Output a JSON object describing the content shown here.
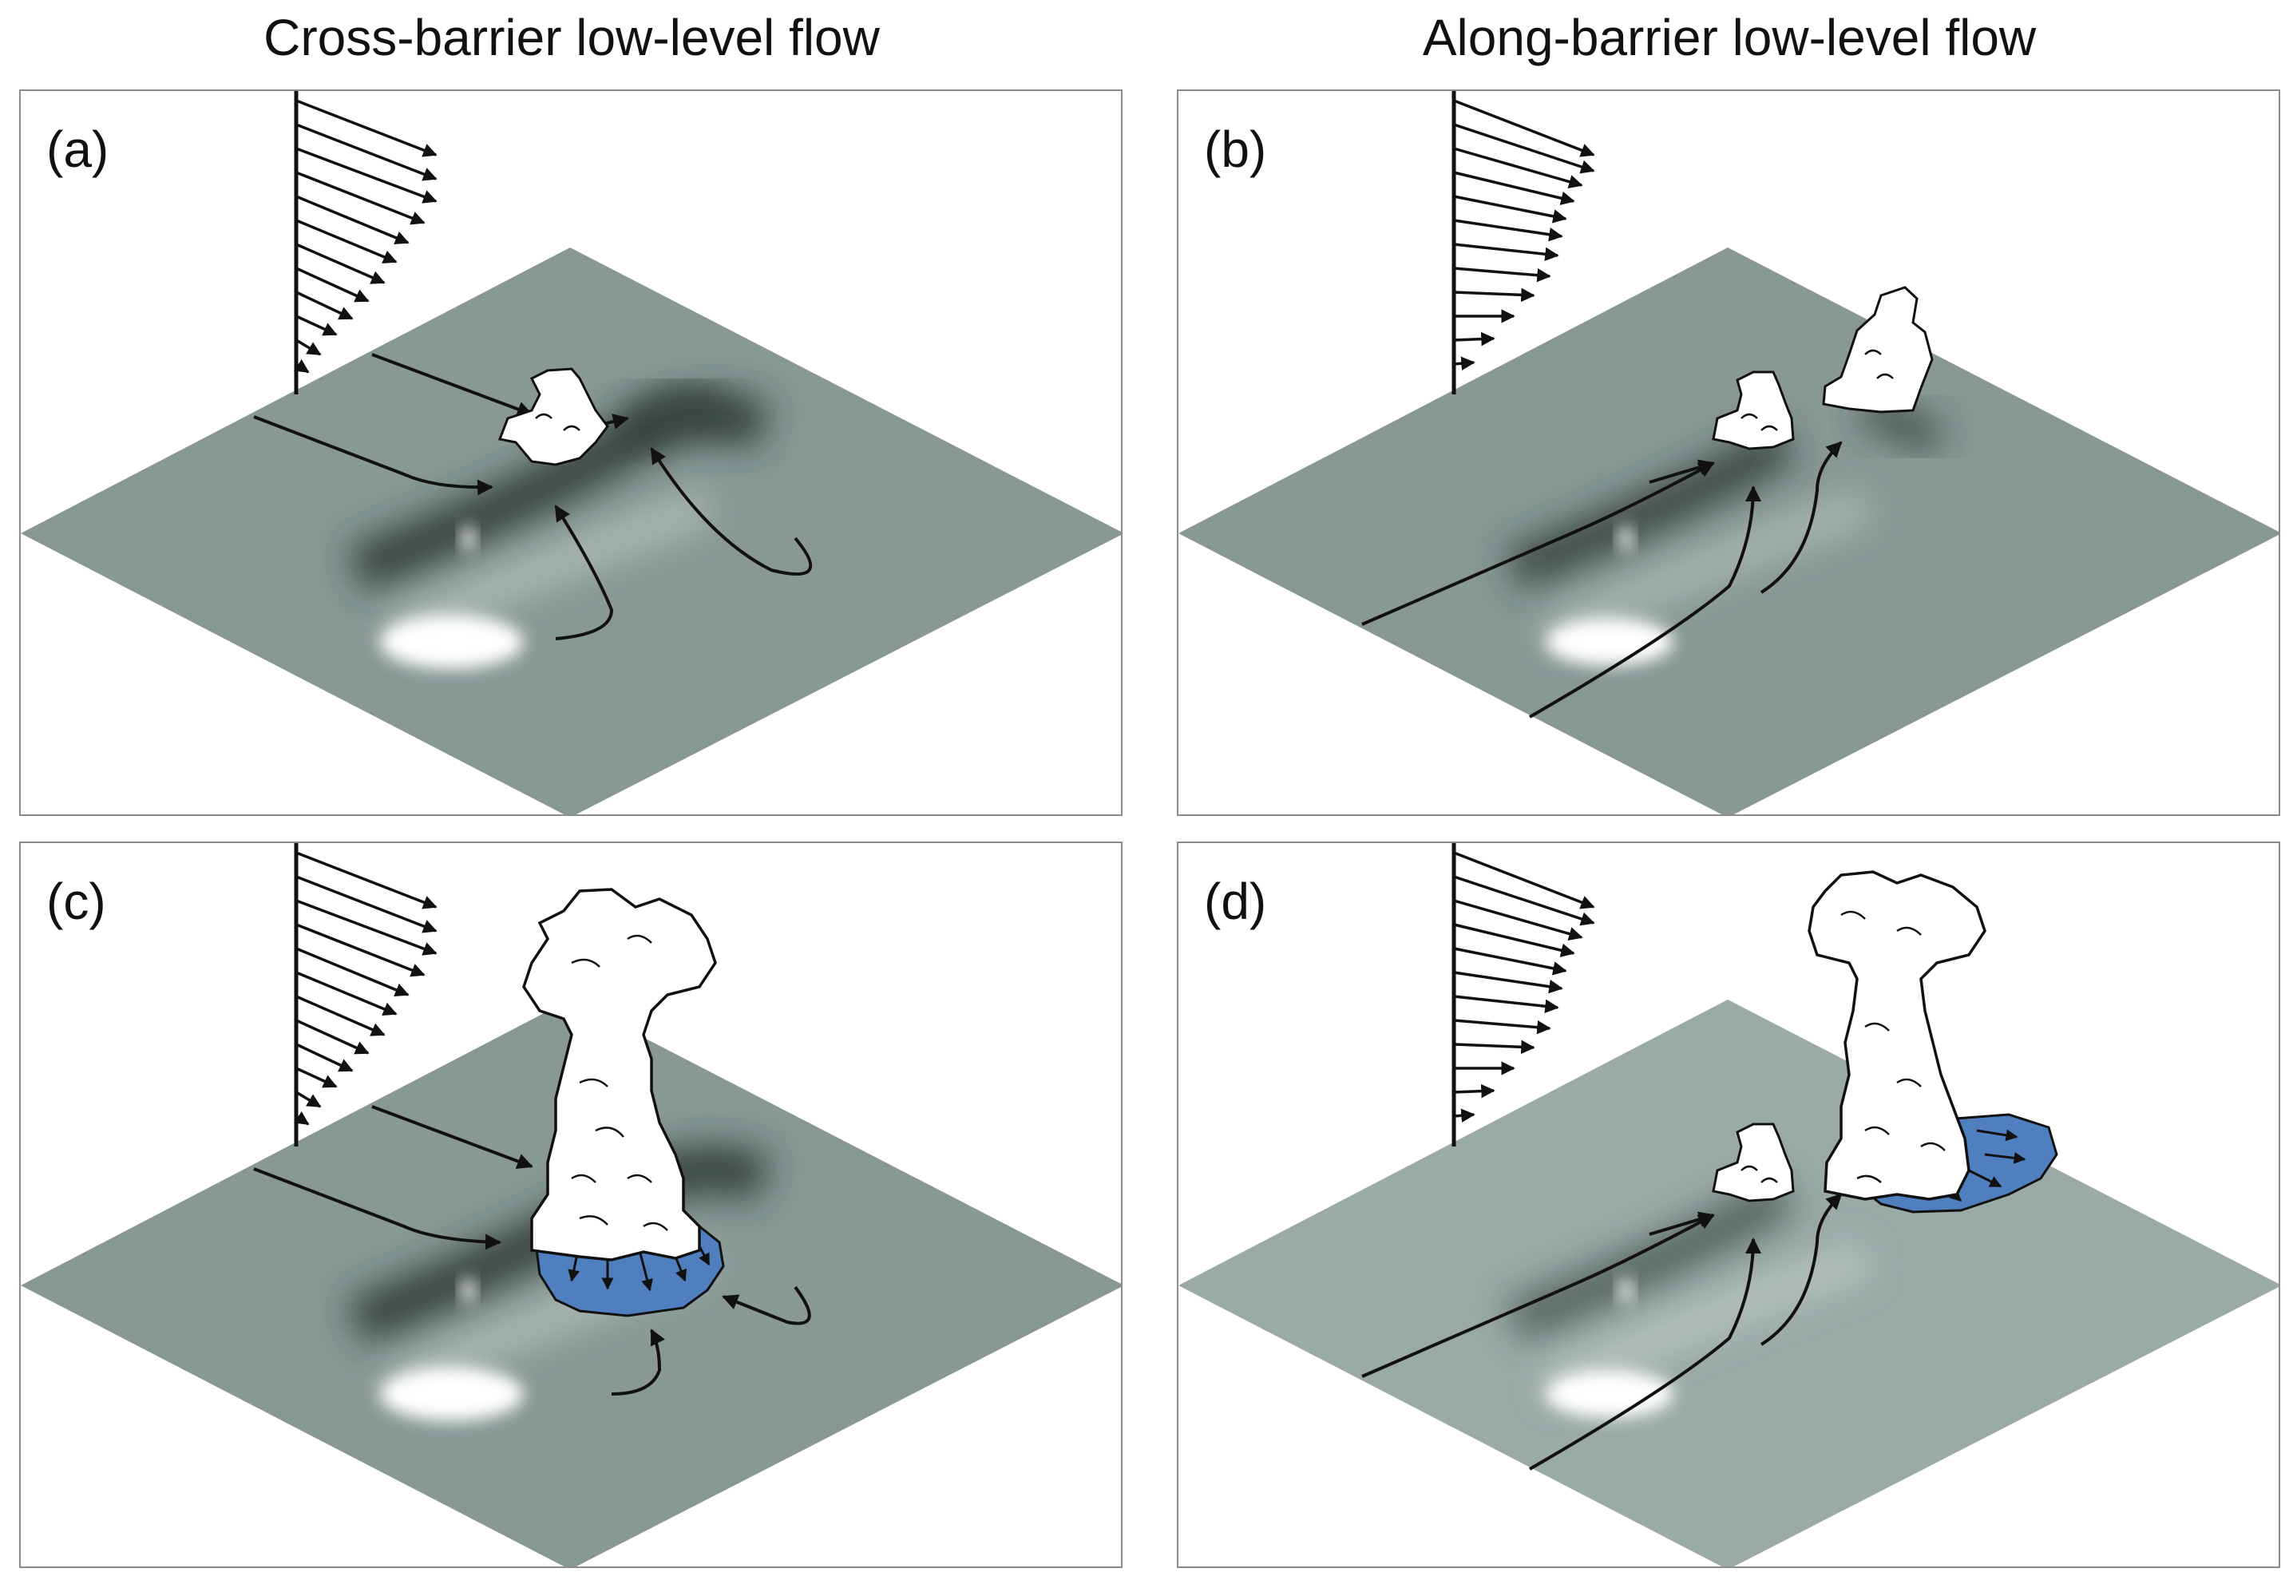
{
  "columns": {
    "left_title": "Cross-barrier low-level flow",
    "right_title": "Along-barrier low-level flow"
  },
  "panels": [
    {
      "label": "(a)",
      "flow": "cross-barrier",
      "cloud": "small-cumulus",
      "cold_pool": false
    },
    {
      "label": "(b)",
      "flow": "along-barrier",
      "cloud": "two-small-cumulus",
      "cold_pool": false
    },
    {
      "label": "(c)",
      "flow": "cross-barrier",
      "cloud": "deep-convection",
      "cold_pool": true
    },
    {
      "label": "(d)",
      "flow": "along-barrier",
      "cloud": "deep-convection-plus-small",
      "cold_pool": true
    }
  ],
  "colors": {
    "terrain_base": "#879895",
    "terrain_light": "#9aaaa7",
    "cold_pool": "#4f7fbf",
    "arrow": "#111111",
    "cloud_fill": "#ffffff",
    "panel_border": "#8c8c8c"
  }
}
